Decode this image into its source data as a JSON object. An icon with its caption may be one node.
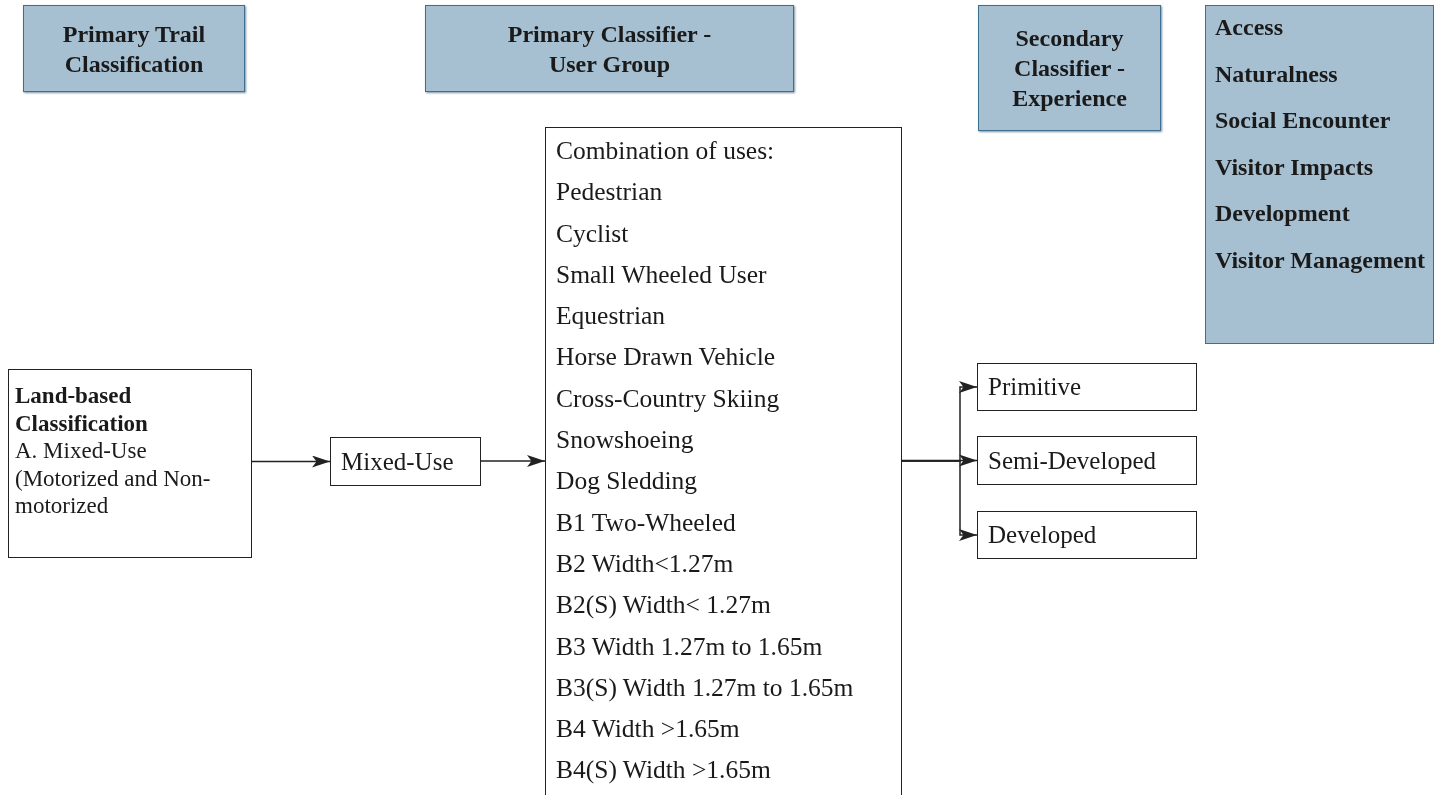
{
  "diagram": {
    "nodes": [
      {
        "text": [
          "Primary Trail Classification"
        ]
      },
      {
        "text": [
          "Primary Classifier - User Group"
        ]
      },
      {
        "text": [
          "Secondary Classifier - Experience"
        ]
      },
      {
        "text": [
          "Access",
          "Naturalness",
          "Social Encounter",
          "Visitor Impacts",
          "Development",
          "Visitor Management"
        ]
      },
      {
        "text": [
          "Land-based Classification",
          "A. Mixed-Use (Motorized and Non-motorized"
        ]
      },
      {
        "text": [
          "Mixed-Use"
        ]
      },
      {
        "text": [
          "Combination of uses:",
          "Pedestrian",
          "Cyclist",
          "Small Wheeled User",
          "Equestrian",
          "Horse Drawn Vehicle",
          "Cross-Country Skiing",
          "Snowshoeing",
          "Dog Sledding",
          "B1 Two-Wheeled",
          "B2 Width<1.27m",
          "B2(S) Width< 1.27m",
          "B3 Width 1.27m to 1.65m",
          "B3(S) Width 1.27m to 1.65m",
          "B4 Width >1.65m",
          "B4(S) Width >1.65m"
        ]
      },
      {
        "text": [
          "Primitive"
        ]
      },
      {
        "text": [
          "Semi-Developed"
        ]
      },
      {
        "text": [
          "Developed"
        ]
      }
    ],
    "edges": [
      {
        "from": 4,
        "to": 5,
        "arrow": "to"
      },
      {
        "from": 5,
        "to": 6,
        "arrow": "to"
      },
      {
        "from": 6,
        "to": 7,
        "arrow": "to"
      },
      {
        "from": 6,
        "to": 8,
        "arrow": "to"
      },
      {
        "from": 6,
        "to": 9,
        "arrow": "to"
      }
    ]
  }
}
